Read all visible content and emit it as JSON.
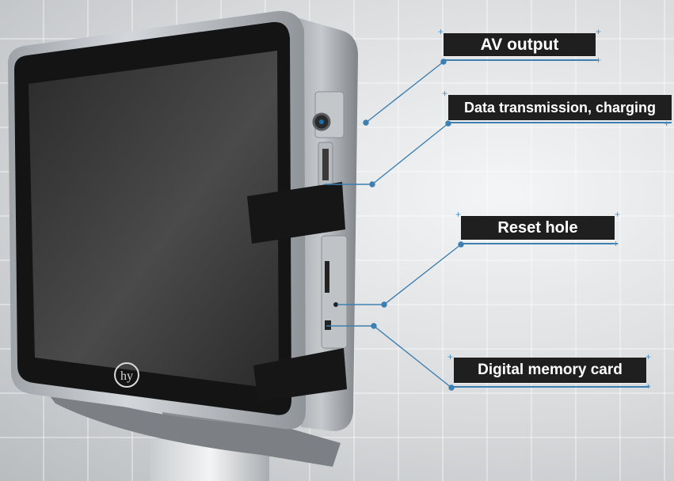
{
  "logo_text": "hy",
  "callouts": {
    "av_output": "AV output",
    "data_charging": "Data transmission, charging",
    "reset_hole": "Reset hole",
    "memory_card": "Digital memory card"
  },
  "colors": {
    "label_bg": "#1f1f1f",
    "label_text": "#ffffff",
    "leader_line": "#3d7fb0",
    "bezel": "#141414",
    "screen": "#3a3a3a",
    "housing": "#b8bcc0",
    "strap": "#161616"
  }
}
